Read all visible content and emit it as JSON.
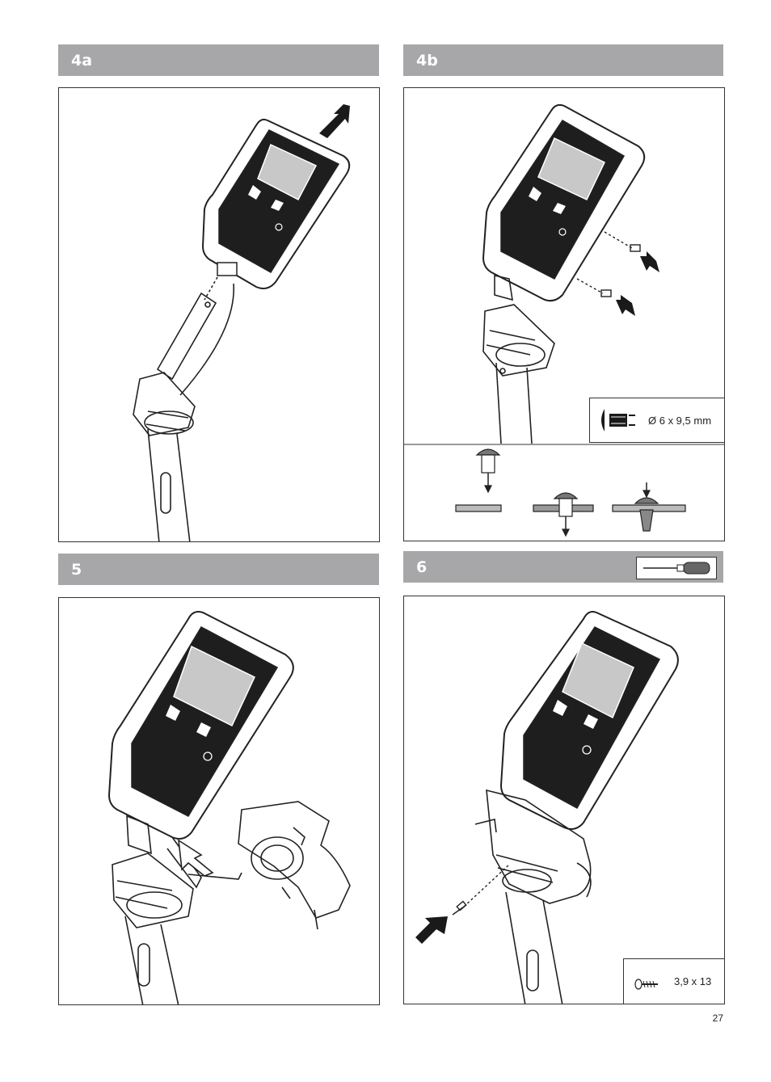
{
  "sections": {
    "s4a": {
      "label": "4a"
    },
    "s4b": {
      "label": "4b"
    },
    "s5": {
      "label": "5"
    },
    "s6": {
      "label": "6"
    }
  },
  "rivet_spec": {
    "size": "Ø 6 x 9,5 mm"
  },
  "screw_spec": {
    "size": "3,9 x 13"
  },
  "page_number": "27",
  "colors": {
    "header_bg": "#a7a7a9",
    "display_screen": "#c8c8c8",
    "console_face": "#1e1e1e"
  },
  "icons": [
    "arrow-icon",
    "rivet-icon",
    "screw-icon",
    "screwdriver-icon"
  ]
}
